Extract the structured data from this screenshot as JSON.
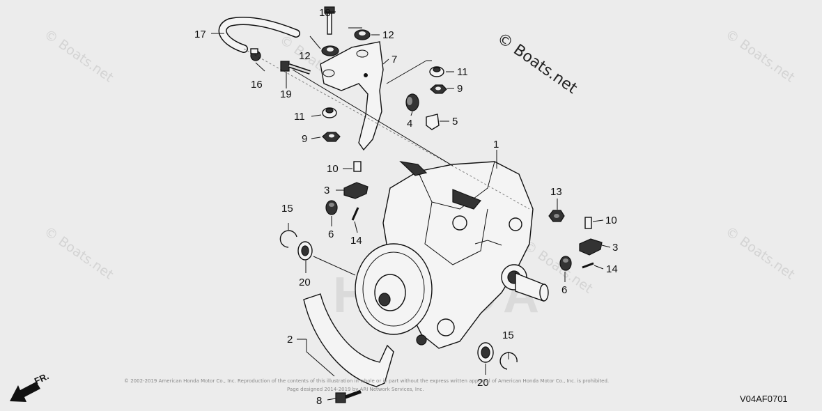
{
  "watermarks": {
    "brand": "Boats.net",
    "main": "© Boats.net",
    "faded": "© Boats.net"
  },
  "diagram_code": "V04AF0701",
  "direction_label": "FR.",
  "copyright_line1": "© 2002-2019 American Honda Motor Co., Inc. Reproduction of the contents of this illustration in whole or in part without the express written approval of American Honda Motor Co., Inc. is prohibited.",
  "copyright_line2": "Page designed 2014-2019 by ARI Network Services, Inc.",
  "background_brand": "HONDA",
  "callouts": {
    "c1": "1",
    "c2": "2",
    "c3a": "3",
    "c3b": "3",
    "c4": "4",
    "c5": "5",
    "c6a": "6",
    "c6b": "6",
    "c7": "7",
    "c8": "8",
    "c9a": "9",
    "c9b": "9",
    "c10a": "10",
    "c10b": "10",
    "c11a": "11",
    "c11b": "11",
    "c12a": "12",
    "c12b": "12",
    "c13": "13",
    "c14a": "14",
    "c14b": "14",
    "c15a": "15",
    "c15b": "15",
    "c16": "16",
    "c17": "17",
    "c18": "18",
    "c19": "19",
    "c20a": "20",
    "c20b": "20"
  }
}
